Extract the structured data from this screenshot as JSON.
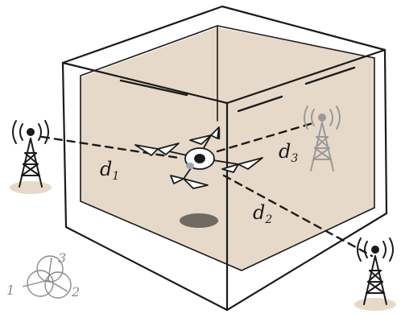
{
  "labels": {
    "d1": "d",
    "d1_sub": "1",
    "d2": "d",
    "d2_sub": "2",
    "d3": "d",
    "d3_sub": "3"
  },
  "legend": {
    "n1": "1",
    "n2": "2",
    "n3": "3"
  },
  "colors": {
    "ink": "#1a1a1a",
    "room_fill": "#e7d9c9",
    "faded_ink": "#9a9a9a",
    "shadow": "#6f6a62"
  }
}
